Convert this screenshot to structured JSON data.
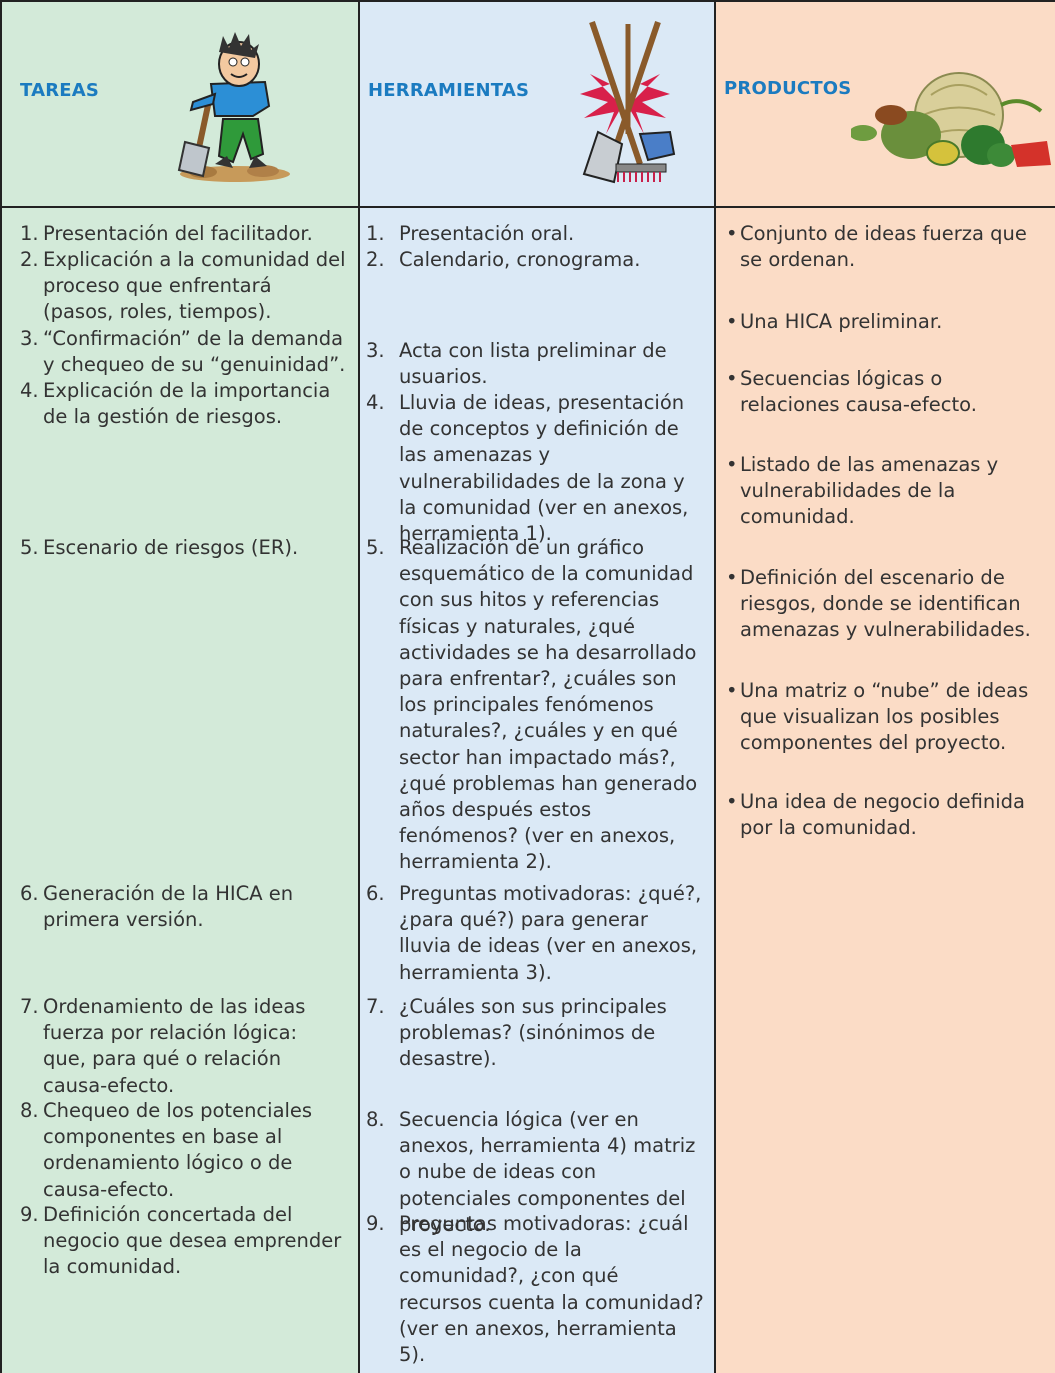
{
  "headers": {
    "tareas": "TAREAS",
    "herramientas": "HERRAMIENTAS",
    "productos": "PRODUCTOS"
  },
  "illustrations": {
    "tareas": "farmer-with-shovel",
    "herramientas": "garden-tools",
    "productos": "vegetables"
  },
  "colors": {
    "tareas_bg": "#d3ead9",
    "herramientas_bg": "#dbe9f6",
    "productos_bg": "#fbdcc6",
    "header_text": "#1b7bc0"
  },
  "tareas": [
    {
      "num": "1.",
      "text": "Presentación del facilitador."
    },
    {
      "num": "2.",
      "text": "Explicación a la comunidad del proceso que enfrentará (pasos, roles, tiempos)."
    },
    {
      "num": "3.",
      "text": "“Confirmación” de la demanda y chequeo de su “genuinidad”."
    },
    {
      "num": "4.",
      "text": "Explicación de la importancia de la gestión de riesgos."
    },
    {
      "num": "5.",
      "text": "Escenario de riesgos (ER)."
    },
    {
      "num": "6.",
      "text": "Generación de la HICA en primera versión."
    },
    {
      "num": "7.",
      "text": "Ordenamiento de las ideas fuerza por relación lógica: que, para qué o relación causa-efecto."
    },
    {
      "num": "8.",
      "text": "Chequeo de los potenciales componentes en base al ordenamiento lógico o de causa-efecto."
    },
    {
      "num": "9.",
      "text": "Definición concertada del negocio que desea emprender la comunidad."
    }
  ],
  "herramientas": [
    {
      "num": "1.",
      "text": "Presentación oral."
    },
    {
      "num": "2.",
      "text": "Calendario, cronograma."
    },
    {
      "num": "3.",
      "text": "Acta con lista preliminar de usuarios."
    },
    {
      "num": "4.",
      "text": "Lluvia de ideas, presentación de conceptos y definición de las amenazas  y vulnerabilidades de la zona y la comunidad (ver en anexos, herramienta 1)."
    },
    {
      "num": "5.",
      "text": "Realización de un gráfico esquemático de la comunidad con sus hitos y referencias físicas y naturales, ¿qué actividades se ha desarrollado para enfrentar?, ¿cuáles son los principales fenómenos naturales?, ¿cuáles y en qué sector han impactado más?, ¿qué problemas han generado años después estos fenómenos? (ver en anexos, herramienta 2)."
    },
    {
      "num": "6.",
      "text": "Preguntas motivadoras: ¿qué?, ¿para qué?) para generar lluvia de ideas (ver en anexos, herramienta 3)."
    },
    {
      "num": "7.",
      "text": "¿Cuáles son sus principales problemas? (sinónimos de desastre)."
    },
    {
      "num": "8.",
      "text": "Secuencia lógica (ver en anexos, herramienta 4) matriz o nube de ideas con  potenciales componentes del proyecto."
    },
    {
      "num": "9.",
      "text": "Preguntas motivadoras: ¿cuál es el negocio de la comunidad?, ¿con qué recursos cuenta la comunidad? (ver en anexos, herramienta 5)."
    }
  ],
  "productos": [
    {
      "bullet": "•",
      "text": "Conjunto de ideas fuerza que se ordenan."
    },
    {
      "bullet": "•",
      "text": "Una HICA preliminar."
    },
    {
      "bullet": "•",
      "text": "Secuencias lógicas o relaciones causa-efecto."
    },
    {
      "bullet": "•",
      "text": "Listado de las amenazas y vulnerabilidades de la comunidad."
    },
    {
      "bullet": "•",
      "text": "Definición del escenario de riesgos, donde se identifican amenazas y vulnerabilidades."
    },
    {
      "bullet": "•",
      "text": "Una matriz o “nube” de ideas que visualizan los posibles componentes del proyecto."
    },
    {
      "bullet": "•",
      "text": "Una idea de negocio definida por la comunidad."
    }
  ]
}
